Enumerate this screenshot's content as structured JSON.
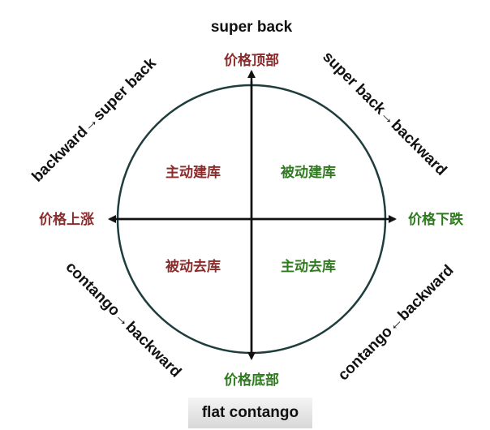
{
  "top_label": "super back",
  "bottom_label": "flat contango",
  "axes": {
    "top": "价格顶部",
    "bottom": "价格底部",
    "left": "价格上涨",
    "right": "价格下跌"
  },
  "quadrants": {
    "top_left": "主动建库",
    "top_right": "被动建库",
    "bottom_left": "被动去库",
    "bottom_right": "主动去库"
  },
  "transitions": {
    "top_left": "backward→super back",
    "top_right": "super back→backward",
    "bottom_left": "contango→backward",
    "bottom_right": "contango←backward"
  },
  "colors": {
    "rise": "#8b2b2b",
    "fall": "#2f7a1f",
    "circle": "#1f3d3d"
  }
}
